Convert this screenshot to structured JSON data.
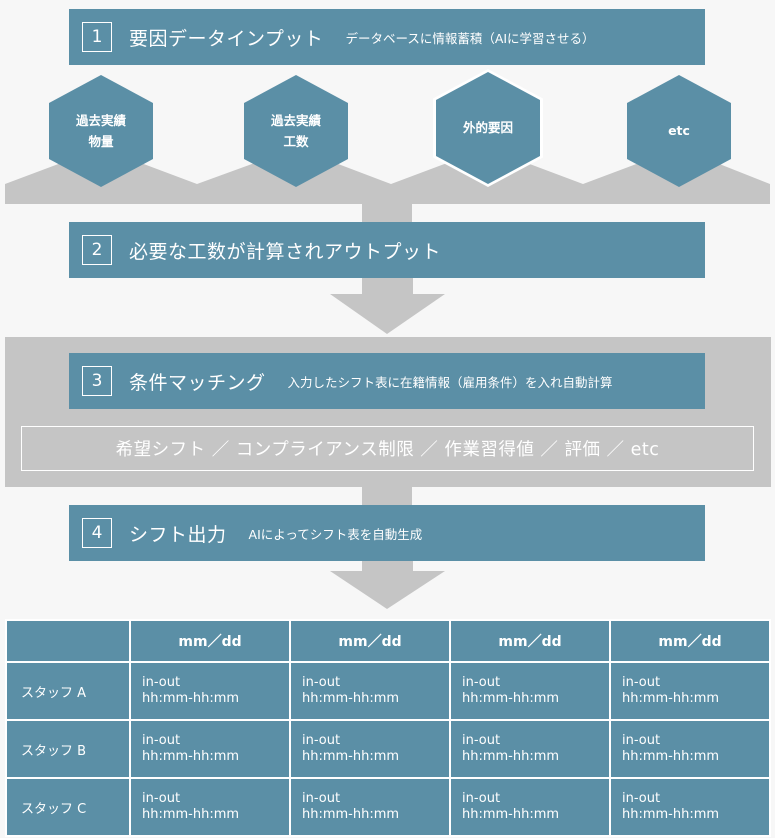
{
  "steps": [
    {
      "num": "1",
      "title": "要因データインプット",
      "note": "データベースに情報蓄積（AIに学習させる）"
    },
    {
      "num": "2",
      "title": "必要な工数が計算されアウトプット",
      "note": ""
    },
    {
      "num": "3",
      "title": "条件マッチング",
      "note": "入力したシフト表に在籍情報（雇用条件）を入れ自動計算"
    },
    {
      "num": "4",
      "title": "シフト出力",
      "note": "AIによってシフト表を自動生成"
    }
  ],
  "factors": [
    {
      "label": "過去実績\n物量"
    },
    {
      "label": "過去実績\n工数"
    },
    {
      "label": "外的要因"
    },
    {
      "label": "etc"
    }
  ],
  "conditions": "希望シフト ／ コンプライアンス制限 ／ 作業習得値 ／ 評価 ／ etc",
  "table": {
    "header": [
      "",
      "mm／dd",
      "mm／dd",
      "mm／dd",
      "mm／dd"
    ],
    "rows": [
      {
        "staff": "スタッフ A",
        "cells": [
          "in-out\nhh:mm-hh:mm",
          "in-out\nhh:mm-hh:mm",
          "in-out\nhh:mm-hh:mm",
          "in-out\nhh:mm-hh:mm"
        ]
      },
      {
        "staff": "スタッフ B",
        "cells": [
          "in-out\nhh:mm-hh:mm",
          "in-out\nhh:mm-hh:mm",
          "in-out\nhh:mm-hh:mm",
          "in-out\nhh:mm-hh:mm"
        ]
      },
      {
        "staff": "スタッフ C",
        "cells": [
          "in-out\nhh:mm-hh:mm",
          "in-out\nhh:mm-hh:mm",
          "in-out\nhh:mm-hh:mm",
          "in-out\nhh:mm-hh:mm"
        ]
      }
    ]
  },
  "colors": {
    "accent": "#5b8fa6",
    "band": "#c5c5c5"
  }
}
